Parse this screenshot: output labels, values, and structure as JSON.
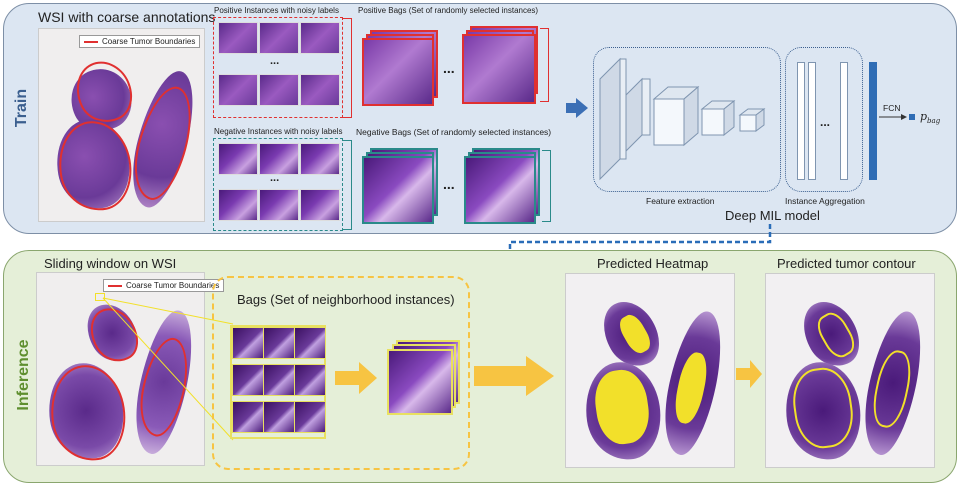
{
  "train": {
    "side_label": "Train",
    "wsi_title": "WSI with coarse annotations",
    "legend": "Coarse Tumor Boundaries",
    "pos_instances_label": "Positive Instances with noisy labels",
    "pos_bags_label": "Positive Bags (Set of randomly selected instances)",
    "neg_instances_label": "Negative Instances with noisy labels",
    "neg_bags_label": "Negative Bags (Set of randomly selected instances)",
    "ellipsis": "...",
    "feature_extraction": "Feature extraction",
    "instance_aggregation": "Instance Aggregation",
    "deep_mil": "Deep MIL model",
    "fcn": "FCN",
    "p_bag": "p",
    "p_bag_sub": "bag"
  },
  "inference": {
    "side_label": "Inference",
    "sliding_title": "Sliding window on WSI",
    "legend": "Coarse Tumor Boundaries",
    "bags_label": "Bags (Set of neighborhood instances)",
    "heatmap_title": "Predicted Heatmap",
    "contour_title": "Predicted tumor contour"
  },
  "colors": {
    "positive": "#e03030",
    "negative": "#2a8a8a",
    "network": "#3b5f8f",
    "fcn_bar": "#2f6db5",
    "yellow": "#f7c442",
    "heat": "#f2e02a"
  }
}
